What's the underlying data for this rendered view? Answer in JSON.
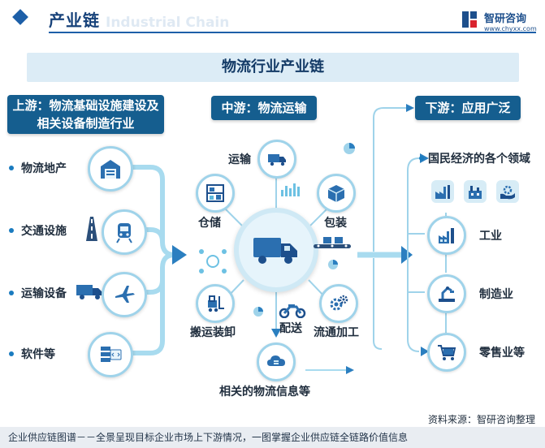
{
  "header": {
    "title": "产业链",
    "watermark": "Industrial Chain",
    "logo_name": "智研咨询",
    "logo_url": "www.chyxx.com"
  },
  "main_title": "物流行业产业链",
  "upstream": {
    "header": "上游：物流基础设施建设及相关设备制造行业",
    "items": [
      "物流地产",
      "交通设施",
      "运输设备",
      "软件等"
    ]
  },
  "midstream": {
    "header": "中游：物流运输",
    "items": [
      "运输",
      "仓储",
      "包装",
      "搬运装卸",
      "配送",
      "流通加工"
    ],
    "bottom": "相关的物流信息等"
  },
  "downstream": {
    "header": "下游：应用广泛",
    "intro": "国民经济的各个领域",
    "items": [
      "工业",
      "制造业",
      "零售业等"
    ]
  },
  "source": "资料来源：智研咨询整理",
  "footer": "企业供应链图谱－－全景呈现目标企业市场上下游情况，一图掌握企业供应链全链路价值信息",
  "colors": {
    "primary": "#155e8f",
    "accent": "#9fd3ea",
    "arrow": "#5ab8dd"
  }
}
